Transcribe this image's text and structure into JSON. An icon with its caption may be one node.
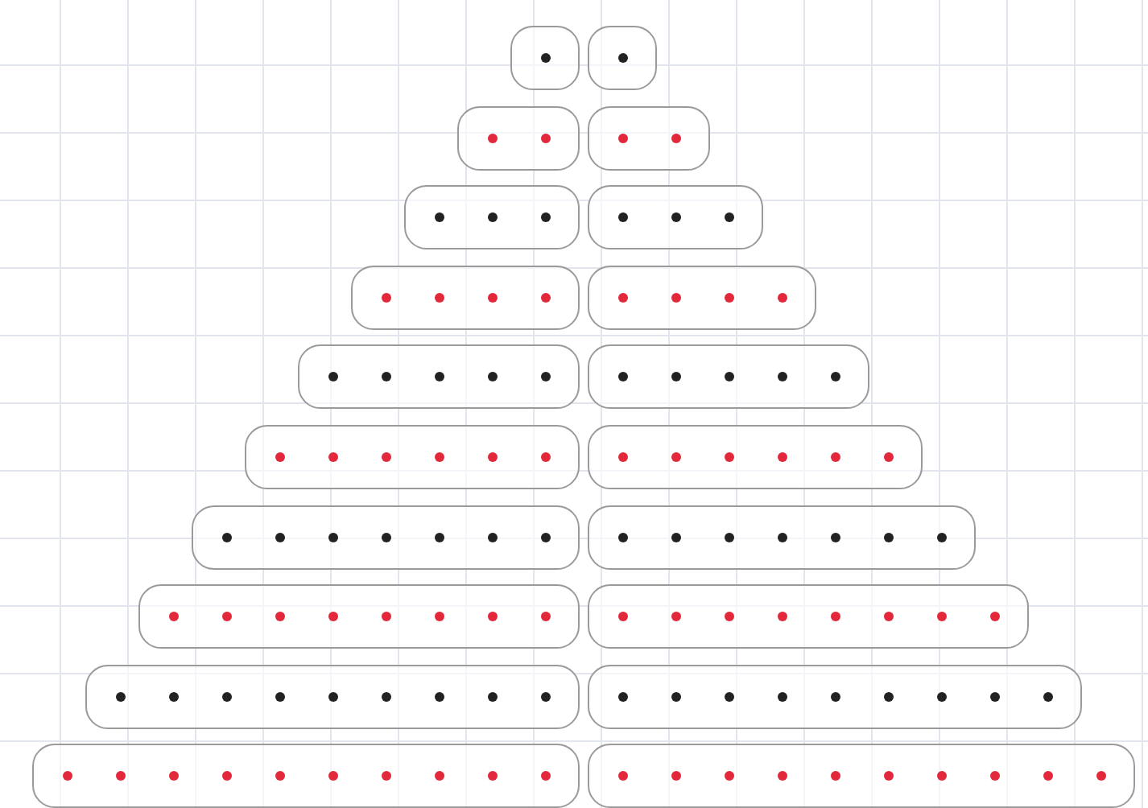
{
  "diagram": {
    "nodes": [
      {
        "text": [],
        "shape": "box"
      },
      {
        "text": [],
        "shape": "box"
      },
      {
        "text": [],
        "shape": "box"
      },
      {
        "text": [],
        "shape": "box"
      },
      {
        "text": [],
        "shape": "box"
      },
      {
        "text": [],
        "shape": "box"
      },
      {
        "text": [],
        "shape": "box"
      },
      {
        "text": [],
        "shape": "box"
      },
      {
        "text": [],
        "shape": "box"
      },
      {
        "text": [],
        "shape": "box"
      },
      {
        "text": [],
        "shape": "box"
      },
      {
        "text": [],
        "shape": "box"
      },
      {
        "text": [],
        "shape": "box"
      },
      {
        "text": [],
        "shape": "box"
      },
      {
        "text": [],
        "shape": "box"
      },
      {
        "text": [],
        "shape": "box"
      },
      {
        "text": [],
        "shape": "box"
      },
      {
        "text": [],
        "shape": "box"
      },
      {
        "text": [],
        "shape": "box"
      },
      {
        "text": [],
        "shape": "box"
      }
    ]
  }
}
